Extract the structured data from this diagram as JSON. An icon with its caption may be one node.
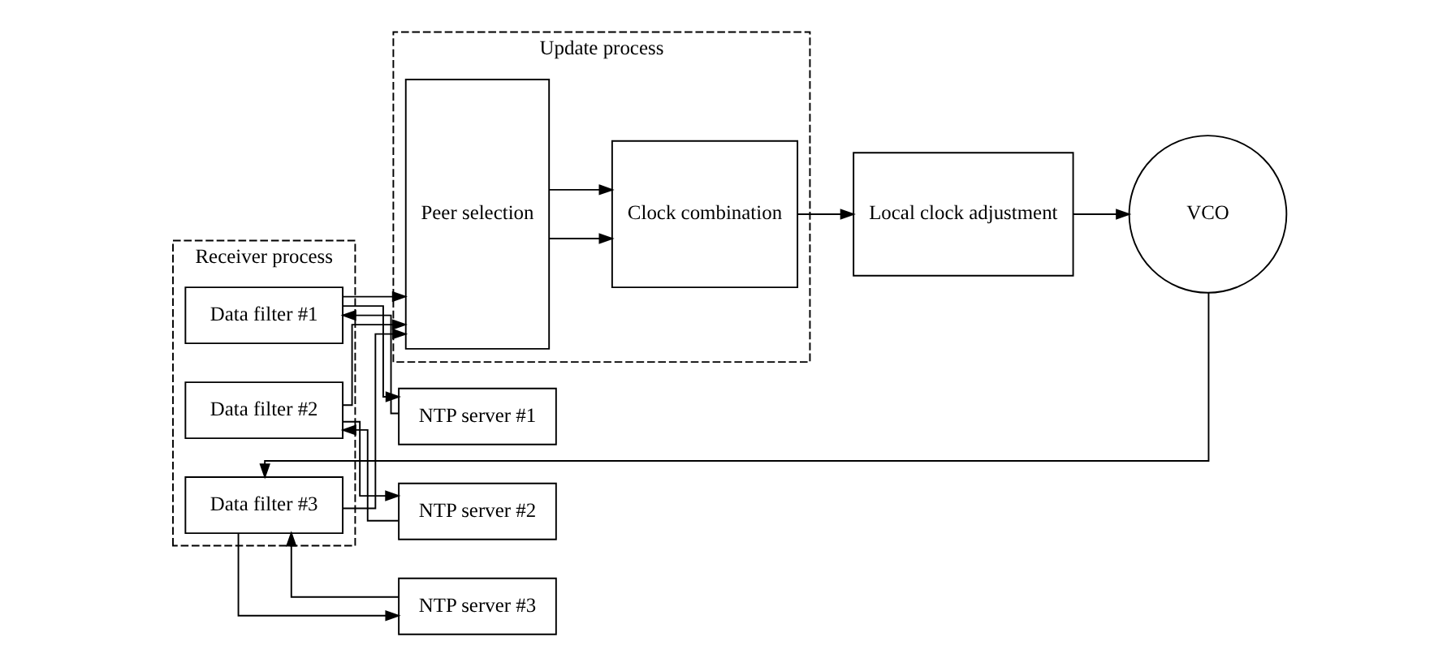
{
  "diagram": {
    "nodes": [
      {
        "text": [
          "Receiver process"
        ]
      },
      {
        "text": [
          "Update process"
        ]
      },
      {
        "text": [
          "NTP server #1"
        ]
      },
      {
        "text": [
          "NTP server #2"
        ]
      },
      {
        "text": [
          "NTP server #3"
        ]
      },
      {
        "text": [
          "Data filter #1"
        ],
        "in": 0
      },
      {
        "text": [
          "Data filter #2"
        ],
        "in": 0
      },
      {
        "text": [
          "Data filter #3"
        ],
        "in": 0
      },
      {
        "text": [
          "Peer selection"
        ],
        "in": 1
      },
      {
        "text": [
          "Clock combination"
        ],
        "in": 1
      },
      {
        "text": [
          "Local clock adjustment"
        ]
      },
      {
        "text": [
          "VCO"
        ]
      }
    ],
    "edges": [
      {
        "from": 2,
        "to": 5,
        "arrow": "to"
      },
      {
        "from": 5,
        "to": 2,
        "arrow": "to"
      },
      {
        "from": 3,
        "to": 6,
        "arrow": "to"
      },
      {
        "from": 6,
        "to": 3,
        "arrow": "to"
      },
      {
        "from": 4,
        "to": 7,
        "arrow": "to"
      },
      {
        "from": 7,
        "to": 4,
        "arrow": "to"
      },
      {
        "from": 5,
        "to": 8,
        "arrow": "to"
      },
      {
        "from": 6,
        "to": 8,
        "arrow": "to"
      },
      {
        "from": 7,
        "to": 8,
        "arrow": "to"
      },
      {
        "from": 8,
        "to": 9,
        "arrow": "to"
      },
      {
        "from": 8,
        "to": 9,
        "arrow": "to"
      },
      {
        "from": 9,
        "to": 10,
        "arrow": "to"
      },
      {
        "from": 10,
        "to": 11,
        "arrow": "to"
      },
      {
        "from": 11,
        "to": 7,
        "arrow": "to"
      }
    ]
  }
}
